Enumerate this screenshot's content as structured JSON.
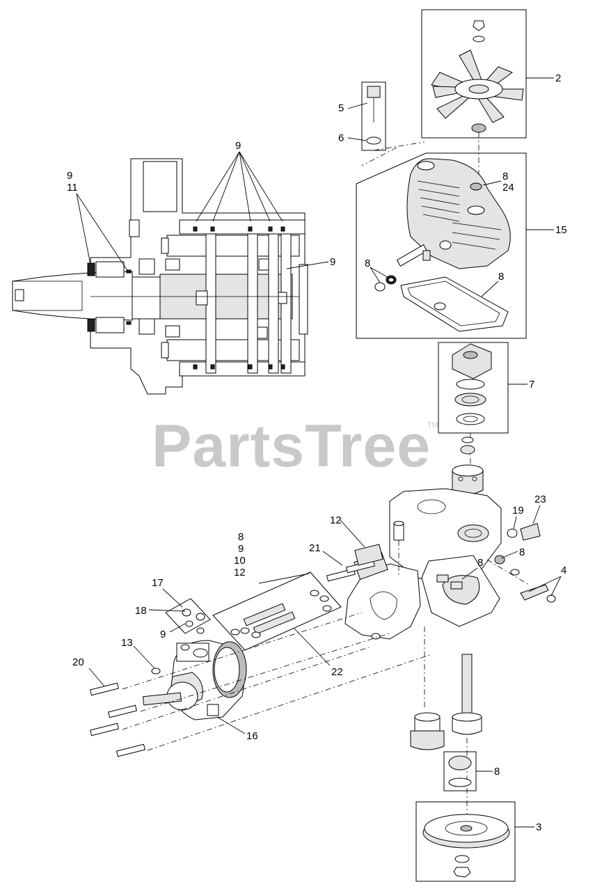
{
  "watermark": {
    "text": "PartsTree",
    "mark": "TM"
  },
  "callouts": {
    "c2": "2",
    "c3": "3",
    "c4": "4",
    "c5": "5",
    "c6": "6",
    "c7": "7",
    "c8a": "8",
    "c24": "24",
    "c8b": "8",
    "c8c": "8",
    "c15": "15",
    "c9top": "9",
    "c9l": "9",
    "c11": "11",
    "c9r": "9",
    "c12a": "12",
    "c21": "21",
    "c8d": "8",
    "c9d": "9",
    "c10": "10",
    "c12b": "12",
    "c19": "19",
    "c23": "23",
    "c8e": "8",
    "c8f": "8",
    "c17": "17",
    "c18": "18",
    "c9e": "9",
    "c13": "13",
    "c20": "20",
    "c22": "22",
    "c16": "16",
    "c8g": "8"
  },
  "colors": {
    "line": "#000000",
    "watermark": "#c9c9c9",
    "part_fill": "#e4e4e4"
  }
}
